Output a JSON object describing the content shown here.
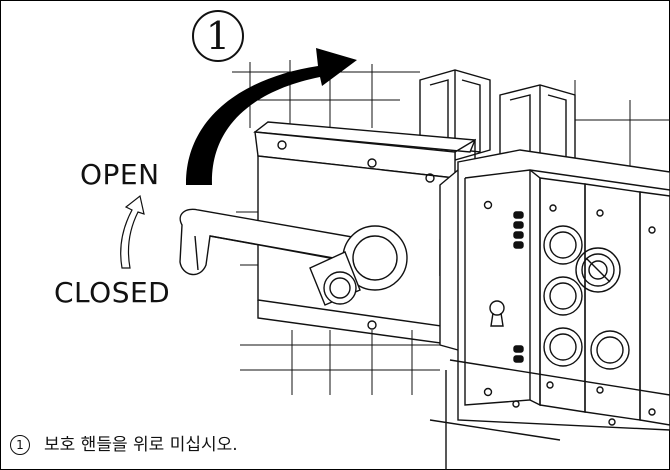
{
  "step_marker": "1",
  "labels": {
    "open": "OPEN",
    "closed": "CLOSED"
  },
  "caption": {
    "number": "1",
    "text": "보호 핸들을 위로 미십시오."
  },
  "colors": {
    "ink": "#111111",
    "arrow": "#000000",
    "background": "#ffffff"
  },
  "icons": [
    "curved-arrow-up-icon",
    "outline-arrow-up-icon",
    "handle-icon",
    "emergency-stop-icon",
    "keyhole-icon"
  ]
}
